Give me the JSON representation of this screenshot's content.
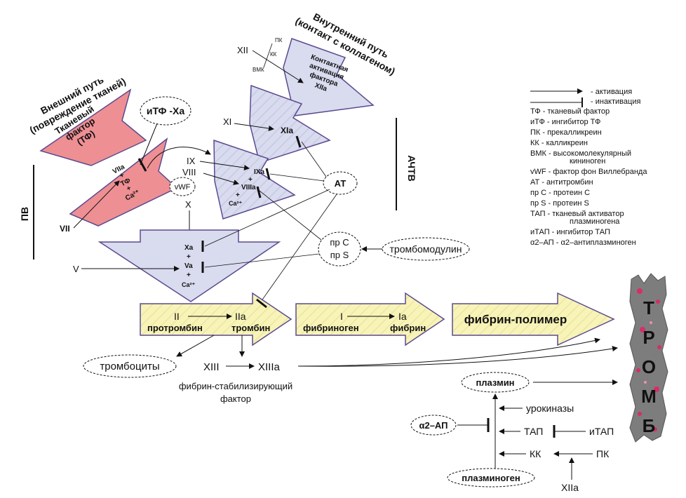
{
  "headers": {
    "extrinsic": [
      "Внешний путь",
      "(повреждение тканей)"
    ],
    "intrinsic": [
      "Внутренний путь",
      "(контакт с коллагеном)"
    ]
  },
  "side_labels": {
    "pv": "ПВ",
    "achtv": "АЧТВ"
  },
  "tissue_factor_block": [
    "Тканевый",
    "фактор",
    "(ТФ)"
  ],
  "contact_block": [
    "Контактная",
    "активация",
    "фактора",
    "XIIa"
  ],
  "complexes": {
    "extrinsic": [
      "VIIa",
      "+",
      "ТФ",
      "+",
      "Ca²⁺"
    ],
    "tenase": [
      "IXa",
      "+",
      "VIIIa",
      "+",
      "Ca²⁺"
    ],
    "prothrombinase": [
      "Xa",
      "+",
      "Va",
      "+",
      "Ca²⁺"
    ],
    "xia": "XIa"
  },
  "factors": {
    "vii": "VII",
    "ix": "IX",
    "viii": "VIII",
    "xi": "XI",
    "xii": "XII",
    "x": "X",
    "v": "V",
    "vwf": "vWF",
    "pk_small": "ПК",
    "kk_small": "КК",
    "vmk_small": "ВМК"
  },
  "inhibitors": {
    "itf_xa": "иТФ -Xa",
    "at": "АТ",
    "pr_c": "пр С",
    "pr_s": "пр S",
    "thrombomodulin": "тромбомодулин"
  },
  "cascade": {
    "prothrombin_roman": "II",
    "thrombin_roman": "IIa",
    "prothrombin": "протромбин",
    "thrombin": "тромбин",
    "fibrinogen_roman": "I",
    "fibrin_roman": "Ia",
    "fibrinogen": "фибриноген",
    "fibrin": "фибрин",
    "fibrin_polymer": "фибрин-полимер"
  },
  "stabilization": {
    "platelets": "тромбоциты",
    "xiii": "XIII",
    "xiiia": "XIIIa",
    "factor_name": [
      "фибрин-стабилизирующий",
      "фактор"
    ]
  },
  "fibrinolysis": {
    "plasmin": "плазмин",
    "plasminogen": "плазминоген",
    "urokinase": "урокиназы",
    "tap": "ТАП",
    "itap": "иТАП",
    "a2ap": "α2–АП",
    "kk": "КК",
    "pk": "ПК",
    "xiia": "XIIa"
  },
  "thrombus_letters": [
    "Т",
    "Р",
    "О",
    "М",
    "Б"
  ],
  "legend": {
    "activation": "- активация",
    "inactivation": "- инактивация",
    "entries": [
      "ТФ - тканевый фактор",
      "иТФ - ингибитор ТФ",
      "ПК - прекалликреин",
      "КК - калликреин",
      "ВМК - высокомолекулярный",
      "кининоген",
      "vWF - фактор фон Виллебранда",
      "АТ - антитромбин",
      "пр С - протеин С",
      "пр S - протеин S",
      "ТАП - тканевый активатор",
      "плазминогена",
      "иТАП - ингибитор ТАП",
      "α2–АП - α2–антиплазминоген"
    ]
  },
  "colors": {
    "pink_block": "#ee8f93",
    "lavender_block": "#d9dbef",
    "yellow_block": "#f8f4b8",
    "outline": "#5a4a8f",
    "thrombus": "#7d7d7d",
    "thrombus_spots": "#d62d6c"
  }
}
